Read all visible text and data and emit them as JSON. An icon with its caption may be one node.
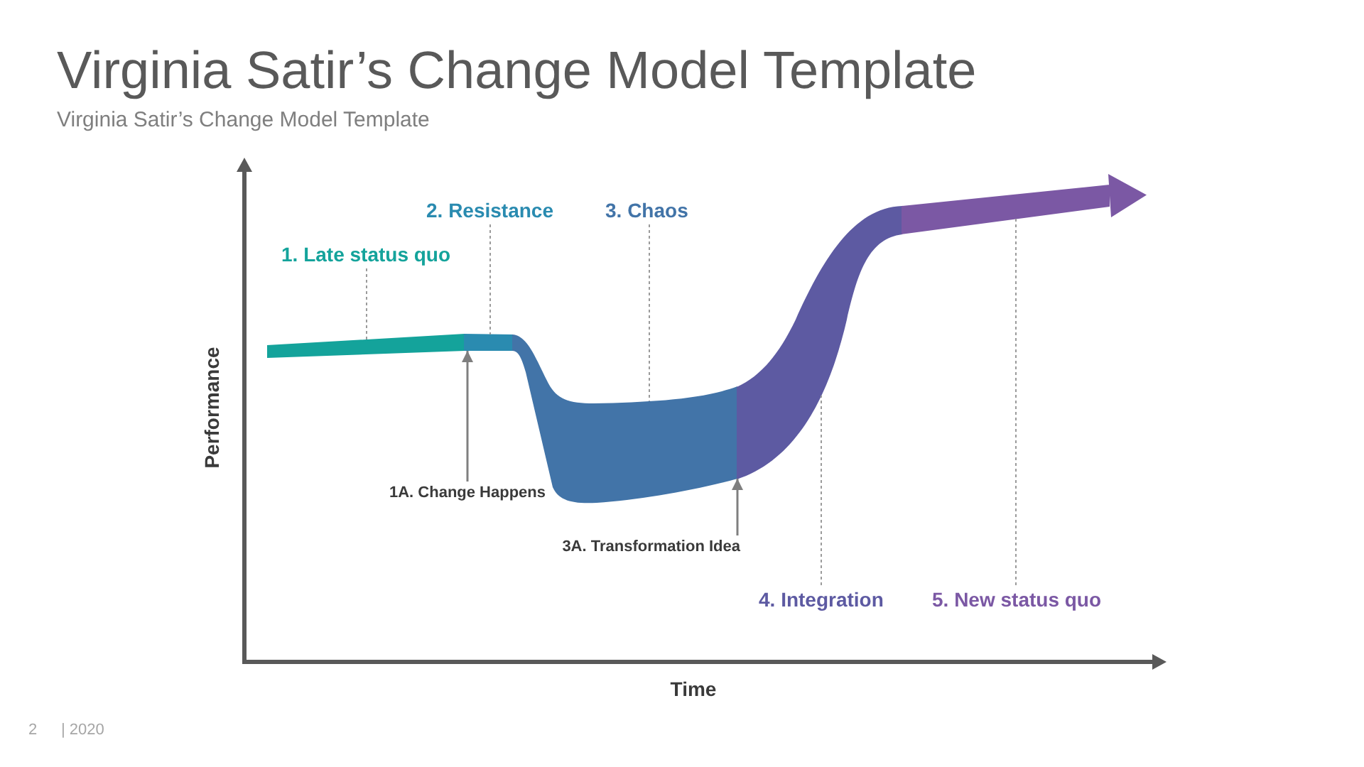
{
  "diagram": {
    "title": "Virginia Satir’s Change Model Template",
    "nodes": [
      {
        "text": [
          "1. Late status quo"
        ]
      },
      {
        "text": [
          "2. Resistance"
        ]
      },
      {
        "text": [
          "3. Chaos"
        ]
      },
      {
        "text": [
          "1A. Change Happens"
        ]
      },
      {
        "text": [
          "3A. Transformation Idea"
        ]
      },
      {
        "text": [
          "4. Integration"
        ]
      },
      {
        "text": [
          "5. New status quo"
        ]
      },
      {
        "text": [],
        "shape": "band"
      },
      {
        "text": [],
        "shape": "band"
      },
      {
        "text": [],
        "shape": "band"
      },
      {
        "text": [],
        "shape": "band"
      },
      {
        "text": [],
        "shape": "arrow"
      }
    ],
    "edges": [
      {
        "from": 0,
        "to": 7,
        "arrow": "none",
        "style": "dashed"
      },
      {
        "from": 1,
        "to": 8,
        "arrow": "none",
        "style": "dashed"
      },
      {
        "from": 2,
        "to": 9,
        "arrow": "none",
        "style": "dashed"
      },
      {
        "from": 3,
        "to": 8,
        "arrow": "to"
      },
      {
        "from": 4,
        "to": 10,
        "arrow": "to"
      },
      {
        "from": 5,
        "to": 10,
        "arrow": "none",
        "style": "dashed"
      },
      {
        "from": 6,
        "to": 11,
        "arrow": "none",
        "style": "dashed"
      }
    ],
    "labels": [
      "Virginia Satir’s Change Model Template",
      "Performance",
      "Time",
      "2",
      "| 2020"
    ]
  }
}
